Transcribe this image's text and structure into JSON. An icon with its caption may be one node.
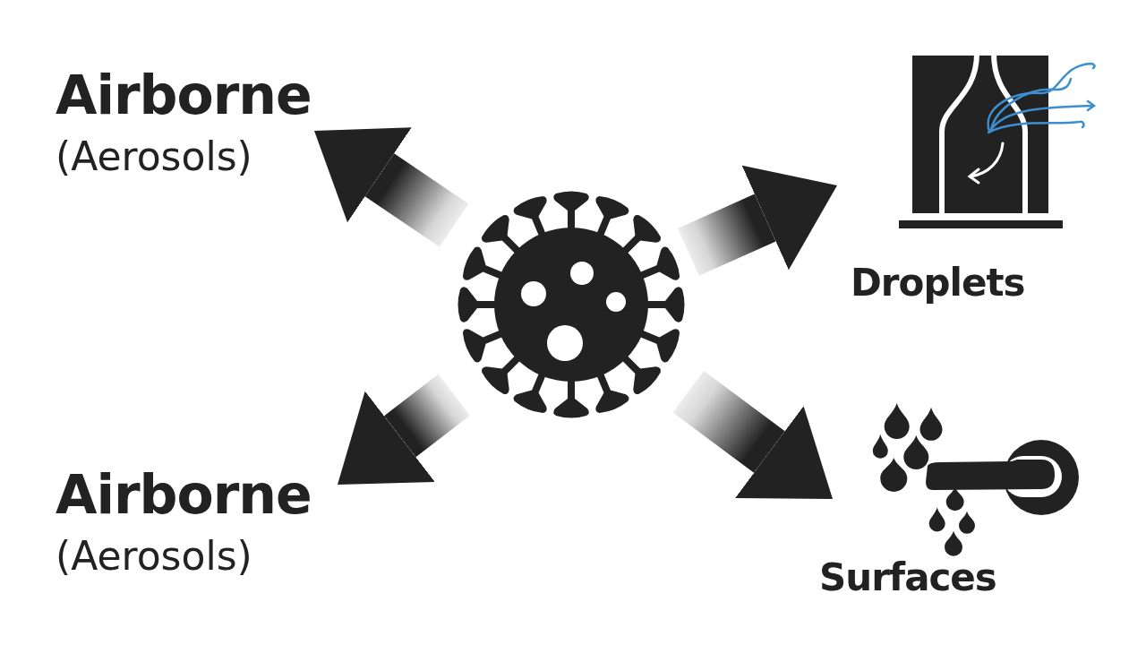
{
  "diagram": {
    "nodes": [
      {
        "text": [
          "Airborne",
          "(Aerosols)"
        ]
      },
      {
        "text": [],
        "shape": "picture",
        "beside": [
          "Droplets"
        ]
      },
      {
        "text": [],
        "shape": "picture"
      },
      {
        "text": [
          "Airborne",
          "(Aerosols)"
        ]
      },
      {
        "text": [],
        "shape": "picture",
        "beside": [
          "Surfaces"
        ]
      }
    ],
    "edges": [
      {
        "from": 2,
        "to": 0,
        "arrow": "to"
      },
      {
        "from": 2,
        "to": 1,
        "arrow": "to"
      },
      {
        "from": 2,
        "to": 3,
        "arrow": "to"
      },
      {
        "from": 2,
        "to": 4,
        "arrow": "to"
      }
    ]
  }
}
